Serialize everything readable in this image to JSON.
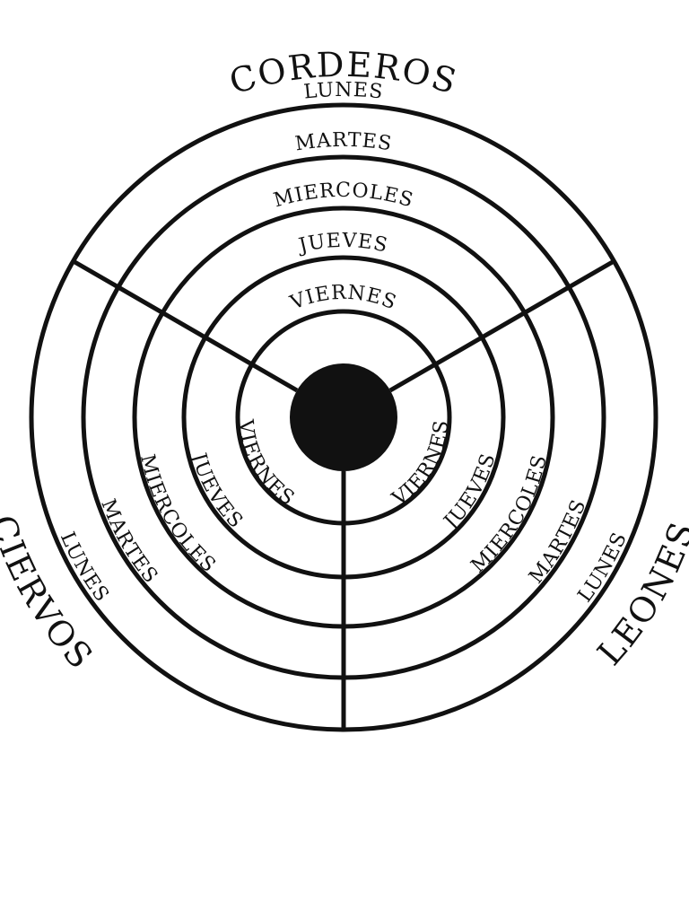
{
  "groups": [
    {
      "name": "CORDEROS",
      "days": [
        "LUNES",
        "MARTES",
        "MIERCOLES",
        "JUEVES",
        "VIERNES"
      ]
    },
    {
      "name": "LEONES",
      "days": [
        "LUNES",
        "MARTES",
        "MIERCOLES",
        "JUEVES",
        "VIERNES"
      ]
    },
    {
      "name": "CIERVOS",
      "days": [
        "LUNES",
        "MARTES",
        "MIERCOLES",
        "JUEVES",
        "VIERNES"
      ]
    }
  ],
  "colors": {
    "ink": "#111111",
    "background": "#ffffff"
  }
}
